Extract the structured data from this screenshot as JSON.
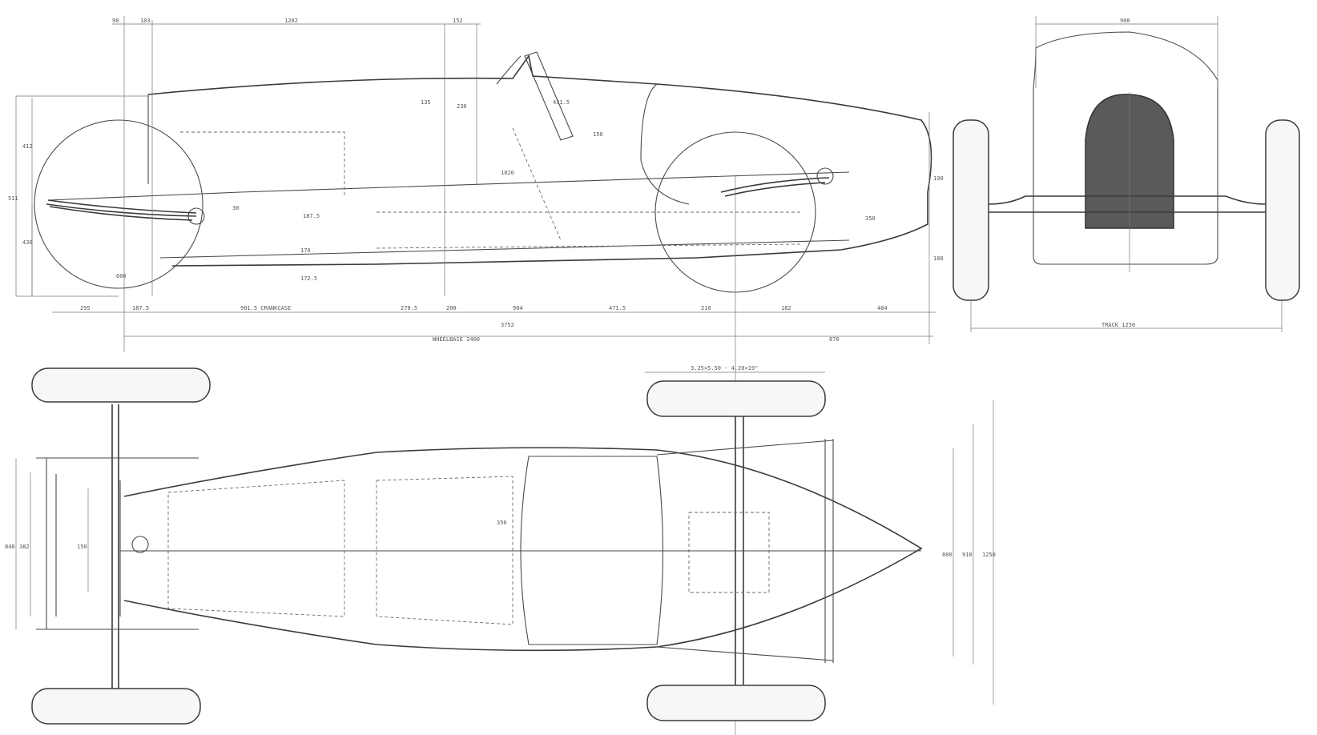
{
  "side_view": {
    "dims_top": [
      "90",
      "103",
      "1202",
      "152"
    ],
    "dims_bottom": [
      "295",
      "187.5",
      "901.5 CRANKCASE",
      "270.5",
      "200",
      "904",
      "471.5",
      "210",
      "182",
      "484"
    ],
    "overall_length": "3752",
    "wheelbase": "WHEELBASE 2400",
    "rear_overhang": "870",
    "dims_left": [
      "412",
      "511",
      "430"
    ],
    "dims_mid": [
      "30",
      "187.5",
      "170",
      "172.5"
    ],
    "dims_seat": [
      "135",
      "230",
      "1020",
      "150"
    ],
    "dims_right": [
      "350",
      "190",
      "180"
    ],
    "steering": "431.5",
    "wheel_dia": "600"
  },
  "front_view": {
    "top_width": "900",
    "track": "TRACK 1250"
  },
  "plan_view": {
    "tyre_spec": "3.25×5.50 - 4.20×19\"",
    "dims_left": [
      "840",
      "382",
      "150"
    ],
    "dims_right": [
      "800",
      "910",
      "1250"
    ],
    "dim_center": "350"
  }
}
